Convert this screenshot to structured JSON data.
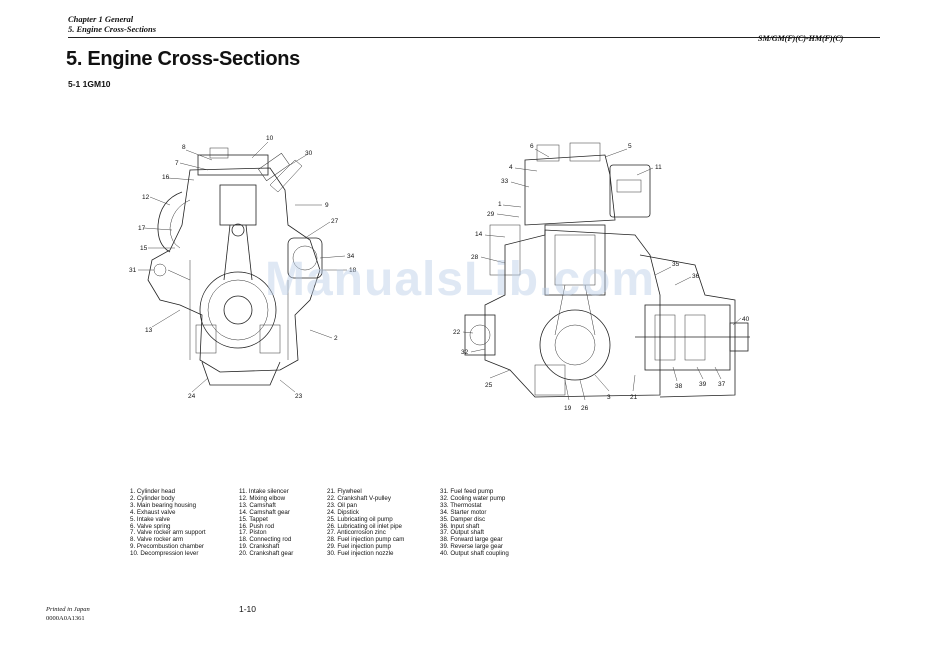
{
  "header": {
    "chapter": "Chapter 1 General",
    "section": "5. Engine Cross-Sections",
    "models": "SM/GM(F)(C)-HM(F)(C)"
  },
  "title": "5. Engine Cross-Sections",
  "subtitle": "5-1 1GM10",
  "diagram_left_labels": [
    "10",
    "8",
    "30",
    "7",
    "16",
    "12",
    "9",
    "17",
    "27",
    "15",
    "34",
    "31",
    "18",
    "13",
    "2",
    "24",
    "23"
  ],
  "diagram_right_labels": [
    "6",
    "5",
    "4",
    "11",
    "33",
    "1",
    "29",
    "14",
    "28",
    "35",
    "36",
    "40",
    "22",
    "32",
    "25",
    "19",
    "26",
    "3",
    "21",
    "38",
    "39",
    "37"
  ],
  "legend": {
    "col1": [
      "1. Cylinder head",
      "2. Cylinder body",
      "3. Main bearing housing",
      "4. Exhaust valve",
      "5. Intake valve",
      "6. Valve spring",
      "7. Valve rocker arm support",
      "8. Valve rocker arm",
      "9. Precombustion chamber",
      "10. Decompression lever"
    ],
    "col2": [
      "11. Intake silencer",
      "12. Mixing elbow",
      "13. Camshaft",
      "14. Camshaft gear",
      "15. Tappet",
      "16. Push rod",
      "17. Piston",
      "18. Connecting rod",
      "19. Crankshaft",
      "20. Crankshaft gear"
    ],
    "col3": [
      "21. Flywheel",
      "22. Crankshaft V-pulley",
      "23. Oil pan",
      "24. Dipstick",
      "25. Lubricating oil pump",
      "26. Lubricating oil inlet pipe",
      "27. Anticorrosion zinc",
      "28. Fuel injection pump cam",
      "29. Fuel injection pump",
      "30. Fuel injection nozzle"
    ],
    "col4": [
      "31. Fuel feed pump",
      "32. Cooling water pump",
      "33. Thermostat",
      "34. Starter motor",
      "35. Damper disc",
      "36. Input shaft",
      "37. Output shaft",
      "38. Forward large gear",
      "39. Reverse large gear",
      "40. Output shaft coupling"
    ]
  },
  "footer": {
    "printed": "Printed in Japan",
    "code": "0000A0A1361",
    "page": "1-10"
  },
  "watermark": "ManualsLib.com"
}
